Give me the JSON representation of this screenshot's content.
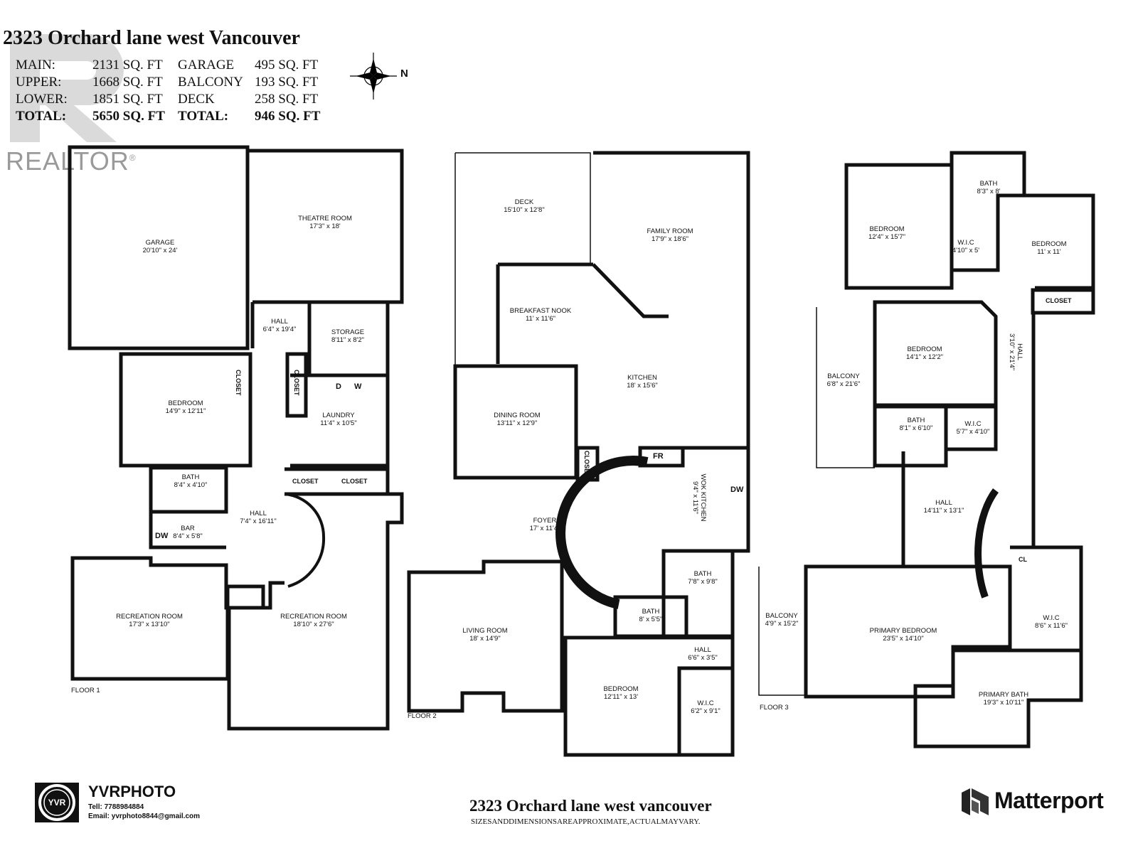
{
  "header": {
    "title": "2323 Orchard lane west Vancouver",
    "areas_left": [
      {
        "label": "MAIN:",
        "value": "2131 SQ. FT"
      },
      {
        "label": "UPPER:",
        "value": "1668 SQ. FT"
      },
      {
        "label": "LOWER:",
        "value": "1851 SQ. FT"
      },
      {
        "label": "TOTAL:",
        "value": "5650 SQ. FT"
      }
    ],
    "areas_right": [
      {
        "label": "GARAGE",
        "value": "495 SQ. FT"
      },
      {
        "label": "BALCONY",
        "value": "193 SQ. FT"
      },
      {
        "label": "DECK",
        "value": "258 SQ. FT"
      },
      {
        "label": "TOTAL:",
        "value": "946 SQ. FT"
      }
    ],
    "compass_north": "N"
  },
  "watermark": {
    "text": "REALTOR",
    "mark": "®"
  },
  "floors": {
    "floor1": {
      "label": "FLOOR 1",
      "rooms": [
        {
          "name": "GARAGE",
          "dim": "20'10\" x 24'"
        },
        {
          "name": "THEATRE ROOM",
          "dim": "17'3\" x 18'"
        },
        {
          "name": "HALL",
          "dim": "6'4\" x 19'4\""
        },
        {
          "name": "STORAGE",
          "dim": "8'11\" x 8'2\""
        },
        {
          "name": "BEDROOM",
          "dim": "14'9\" x 12'11\""
        },
        {
          "name": "LAUNDRY",
          "dim": "11'4\" x 10'5\""
        },
        {
          "name": "BATH",
          "dim": "8'4\" x 4'10\""
        },
        {
          "name": "HALL",
          "dim": "7'4\" x 16'11\""
        },
        {
          "name": "BAR",
          "dim": "8'4\" x 5'8\""
        },
        {
          "name": "RECREATION ROOM",
          "dim": "17'3\" x 13'10\""
        },
        {
          "name": "RECREATION ROOM",
          "dim": "18'10\" x 27'6\""
        }
      ],
      "tags": [
        "CLOSET",
        "CLOSET",
        "CLOSET",
        "CLOSET",
        "D",
        "W",
        "DW"
      ]
    },
    "floor2": {
      "label": "FLOOR 2",
      "rooms": [
        {
          "name": "DECK",
          "dim": "15'10\" x 12'8\""
        },
        {
          "name": "FAMILY ROOM",
          "dim": "17'9\" x 18'6\""
        },
        {
          "name": "BREAKFAST NOOK",
          "dim": "11' x 11'6\""
        },
        {
          "name": "KITCHEN",
          "dim": "18' x 15'6\""
        },
        {
          "name": "DINING ROOM",
          "dim": "13'11\" x 12'9\""
        },
        {
          "name": "WOK KITCHEN",
          "dim": "9'4\" x 11'6\""
        },
        {
          "name": "FOYER",
          "dim": "17' x 11'4\""
        },
        {
          "name": "BATH",
          "dim": "7'8\" x 9'8\""
        },
        {
          "name": "BATH",
          "dim": "8' x 5'5\""
        },
        {
          "name": "LIVING ROOM",
          "dim": "18' x 14'9\""
        },
        {
          "name": "HALL",
          "dim": "6'6\" x 3'5\""
        },
        {
          "name": "BEDROOM",
          "dim": "12'11\" x 13'"
        },
        {
          "name": "W.I.C",
          "dim": "6'2\" x 9'1\""
        }
      ],
      "tags": [
        "CLOSET",
        "FR",
        "DW"
      ]
    },
    "floor3": {
      "label": "FLOOR 3",
      "rooms": [
        {
          "name": "BATH",
          "dim": "8'3\" x 8'"
        },
        {
          "name": "BEDROOM",
          "dim": "12'4\" x 15'7\""
        },
        {
          "name": "W.I.C",
          "dim": "4'10\" x 5'"
        },
        {
          "name": "BEDROOM",
          "dim": "11' x 11'"
        },
        {
          "name": "BEDROOM",
          "dim": "14'1\" x 12'2\""
        },
        {
          "name": "HALL",
          "dim": "3'10\" x 21'4\""
        },
        {
          "name": "BALCONY",
          "dim": "6'8\" x 21'6\""
        },
        {
          "name": "BATH",
          "dim": "8'1\" x 6'10\""
        },
        {
          "name": "W.I.C",
          "dim": "5'7\" x 4'10\""
        },
        {
          "name": "HALL",
          "dim": "14'11\" x 13'1\""
        },
        {
          "name": "W.I.C",
          "dim": "8'6\" x 11'6\""
        },
        {
          "name": "BALCONY",
          "dim": "4'9\" x 15'2\""
        },
        {
          "name": "PRIMARY BEDROOM",
          "dim": "23'5\" x 14'10\""
        },
        {
          "name": "PRIMARY BATH",
          "dim": "19'3\" x 10'11\""
        }
      ],
      "tags": [
        "CLOSET",
        "CL"
      ]
    }
  },
  "footer": {
    "title": "2323 Orchard lane west vancouver",
    "disclaimer": "SIZESANDDIMENSIONSAREAPPROXIMATE,ACTUALMAYVARY.",
    "photographer": {
      "logo_text": "YVR",
      "name": "YVRPHOTO",
      "tel": "Tell: 7788984884",
      "email": "Email:  yvrphoto8844@gmail.com"
    },
    "brand": "Matterport"
  }
}
